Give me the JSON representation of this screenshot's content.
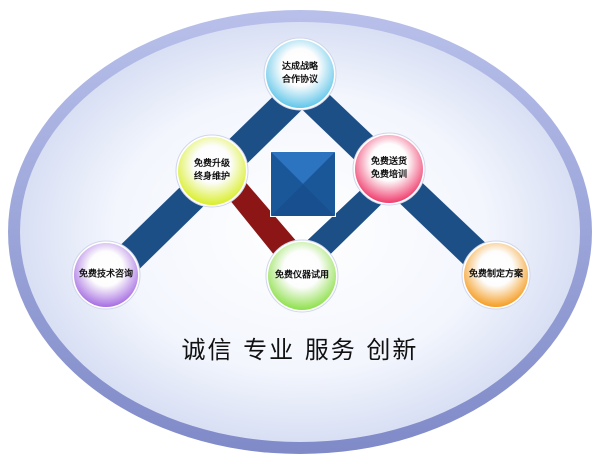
{
  "slogan": "诚信 专业 服务 创新",
  "nodes": [
    {
      "id": "top",
      "lines": [
        "达成战略",
        "合作协议"
      ],
      "color": "#62c6ea"
    },
    {
      "id": "left-mid",
      "lines": [
        "免费升级",
        "终身维护"
      ],
      "color": "#d9ee2a"
    },
    {
      "id": "right-mid",
      "lines": [
        "免费送货",
        "免费培训"
      ],
      "color": "#f03c6c"
    },
    {
      "id": "left-bottom",
      "lines": [
        "免费技术咨询"
      ],
      "color": "#a66ee2"
    },
    {
      "id": "center-bottom",
      "lines": [
        "免费仪器试用"
      ],
      "color": "#8ee04c"
    },
    {
      "id": "right-bottom",
      "lines": [
        "免费制定方案"
      ],
      "color": "#f59d22"
    }
  ],
  "colors": {
    "ellipse_border": "#8f9ad6",
    "ellipse_fill": "#eef2fb",
    "band_blue": "#1d4f87",
    "band_red": "#8c1616",
    "center_diamond": "#1e5fa6"
  }
}
